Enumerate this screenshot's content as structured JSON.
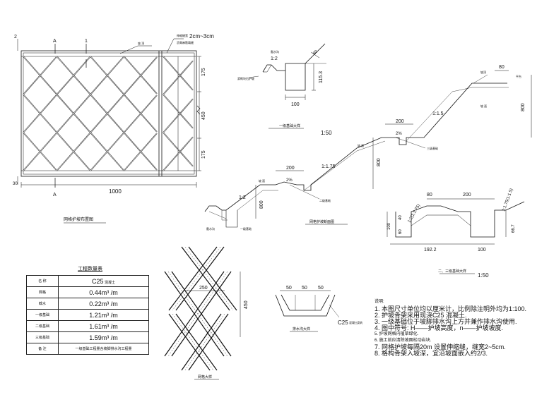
{
  "plan": {
    "title": "网格护坡布置图",
    "dim_width": "1000",
    "dim_h1": "175",
    "dim_h2": "450",
    "dim_h3": "175",
    "mark_a": "A",
    "mark_1": "1",
    "dim_2": "2",
    "dim_30": "30",
    "callout_gap": "2cm~3cm",
    "callout_gap_prefix": "伸缩缝宽",
    "callout_gap_sub": "沥青麻筋填缝",
    "callout_slope": "坡 顶"
  },
  "detail1": {
    "title": "一级基础大样",
    "scale": "1:50",
    "ratio": "1:2",
    "dim_top": "80",
    "dim_side": "115.3",
    "dim_bottom": "100",
    "label_left": "截水沟",
    "label_left2": "浆砌块石护坡"
  },
  "section": {
    "title": "网格护坡断面图",
    "ratio1": "1:2",
    "ratio2": "1:1.75",
    "ratio3": "1:1.5",
    "berm1": "200",
    "berm2": "200",
    "slope_pct": "2%",
    "h1": "800",
    "h2": "800",
    "h3": "800",
    "top_dim": "80",
    "label_base1": "一级基础",
    "label_base2": "二级基础",
    "label_base3": "三级基础",
    "label_ditch": "截水沟",
    "label_slope": "坡 面",
    "label_top": "坡顶",
    "label_platform": "平台"
  },
  "detail23": {
    "title": "二、三级基础大样",
    "scale": "1:50",
    "dim_80": "80",
    "dim_200": "200",
    "dim_40": "40",
    "dim_60": "60",
    "dim_100": "100",
    "dim_192": "192.2",
    "dim_100b": "100",
    "dim_66": "66.7",
    "ratio_left": "1:2(1:1.75)",
    "ratio_right": "1:1.75(1:1.5)"
  },
  "grid_detail": {
    "title": "网格大样",
    "dim_250": "250",
    "dim_450": "450"
  },
  "drain": {
    "title": "排水沟大样",
    "dim_50a": "50",
    "dim_50b": "50",
    "dim_50c": "50",
    "label": "C25",
    "label_sub": "混凝土",
    "label_sub2": "浇筑"
  },
  "quantity_table": {
    "title": "工程数量表",
    "rows": [
      {
        "key": "名  称",
        "value": "C25",
        "suffix": " 混凝土"
      },
      {
        "key": "网格",
        "value": "0.44m³ /m",
        "suffix": ""
      },
      {
        "key": "截水",
        "value": "0.22m³ /m",
        "suffix": ""
      },
      {
        "key": "一级基础",
        "value": "1.21m³ /m",
        "suffix": ""
      },
      {
        "key": "二级基础",
        "value": "1.61m³ /m",
        "suffix": ""
      },
      {
        "key": "三级基础",
        "value": "1.59m³ /m",
        "suffix": ""
      },
      {
        "key": "备  注",
        "value": "一级基础工程量含坡脚排水沟工程量",
        "suffix": ""
      }
    ]
  },
  "notes": {
    "title": "说明:",
    "items": [
      "1. 本图尺寸单位均以厘米计，比例除注明外均为1:100.",
      "2. 护坡骨架采用现浇C25 混凝土.",
      "3. 一级基础位于坡脚排水沟上方并兼作排水沟使用.",
      "4. 图中符号: H——护坡高度，n——护坡坡度.",
      "5. 护坡网格内植草绿化.",
      "6. 施工前应清除坡面松动岩块.",
      "7. 网格护坡每隔20m 设置伸缩缝，缝宽2~5cm.",
      "8. 格构骨架入坡深，宜沿坡面嵌入约2/3."
    ]
  }
}
